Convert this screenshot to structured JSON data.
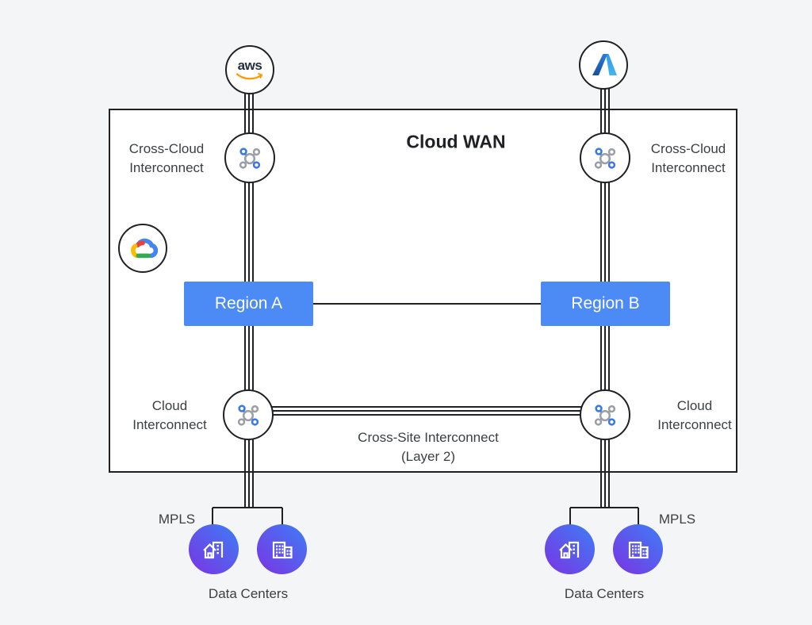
{
  "colors": {
    "background": "#f3f5f7",
    "line": "#1f2125",
    "region_blue": "#4c8bf5",
    "interconnect_icon_blue": "#3b78e8",
    "interconnect_icon_gray": "#9aa0a6",
    "datacenter_gradient_start": "#7b33e3",
    "datacenter_gradient_end": "#3d7ef5",
    "aws_navy": "#232f3e",
    "aws_orange": "#ff9900",
    "azure_blue_dark": "#1f66c0",
    "azure_blue_light": "#35a3e8"
  },
  "icons": {
    "aws_logo": "aws wordmark with orange smile arrow",
    "azure_logo": "blue letter A logo",
    "google_cloud_logo": "multicolor cloud logo",
    "interconnect_node": "hub with four linked nodes (blue and gray)",
    "datacenter_house": "house with tall building, white outline",
    "datacenter_office": "office building with window grid, white outline"
  },
  "diagram": {
    "title": "Cloud WAN",
    "aws_logo_text": "aws",
    "regions": {
      "a": "Region A",
      "b": "Region B"
    },
    "labels": {
      "cross_cloud_line1": "Cross-Cloud",
      "cross_cloud_line2": "Interconnect",
      "cloud_interconnect_line1": "Cloud",
      "cloud_interconnect_line2": "Interconnect",
      "cross_site_line1": "Cross-Site Interconnect",
      "cross_site_line2": "(Layer 2)",
      "mpls": "MPLS",
      "data_centers": "Data Centers"
    }
  }
}
